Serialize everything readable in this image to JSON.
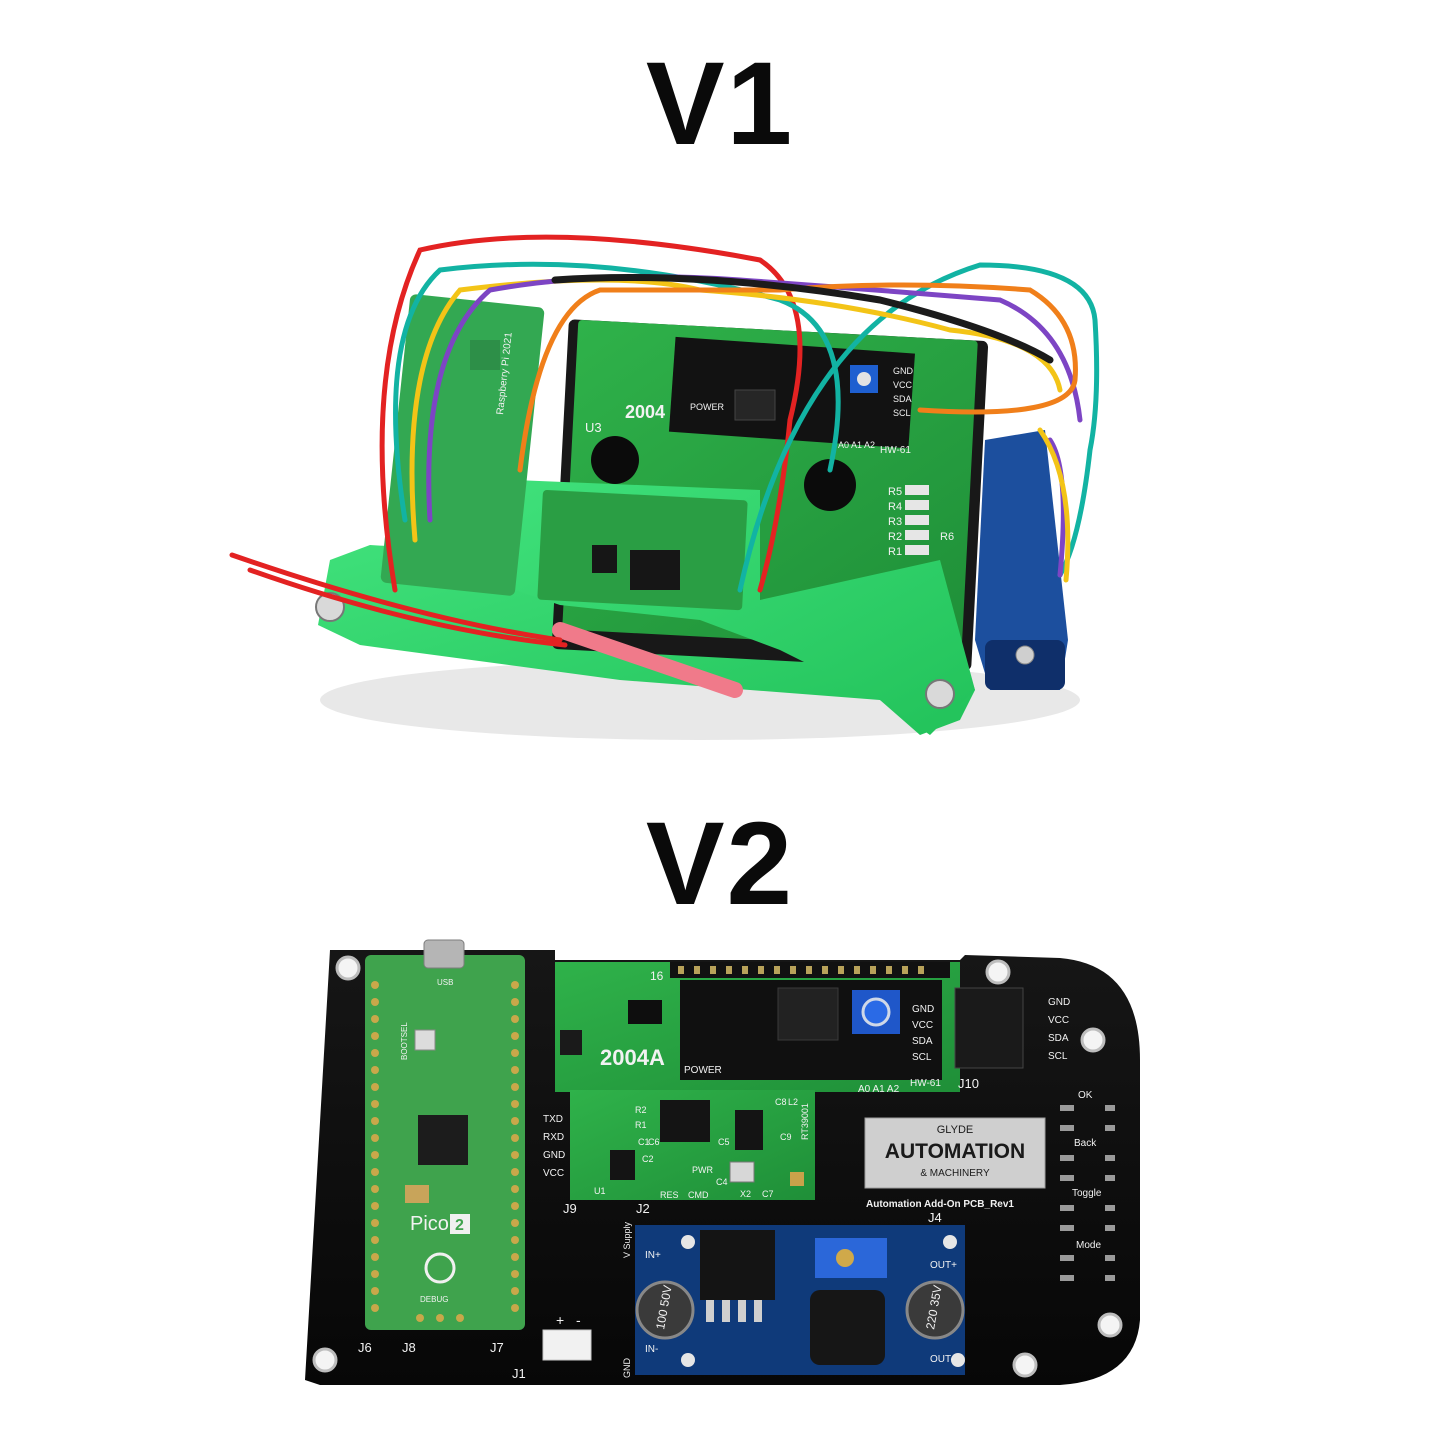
{
  "headings": {
    "v1": "V1",
    "v2": "V2"
  },
  "v1_board": {
    "lcd_label": "2004",
    "u3_label": "U3",
    "backpack_label": "HW-61",
    "backpack_pins": [
      "GND",
      "VCC",
      "SDA",
      "SCL"
    ],
    "power_label": "POWER",
    "addr_label": "A0 A1 A2",
    "resistors": [
      "R5",
      "R4",
      "R3",
      "R2",
      "R1",
      "R6"
    ],
    "pico_label": "Raspberry Pi 2021"
  },
  "v2_board": {
    "lcd_label": "2004A",
    "lcd_pin": "16",
    "power_label": "POWER",
    "addr_label": "A0 A1 A2",
    "backpack_label": "HW-61",
    "j10_label": "J10",
    "pin_labels": [
      "GND",
      "VCC",
      "SDA",
      "SCL"
    ],
    "backpack_pins": [
      "GND",
      "VCC",
      "SDA",
      "SCL"
    ],
    "rs485_pins": [
      "TXD",
      "RXD",
      "GND",
      "VCC"
    ],
    "rs485_module_label": "RT39001",
    "rs485_parts": [
      "R2",
      "R1",
      "C6",
      "C5",
      "C2",
      "C1",
      "U1",
      "RES",
      "CMD",
      "C4",
      "PWR",
      "X2",
      "C7",
      "L2",
      "C9",
      "C8"
    ],
    "buttons": [
      "OK",
      "Back",
      "Toggle",
      "Mode"
    ],
    "logo_line1": "GLYDE",
    "logo_line2": "AUTOMATION",
    "logo_line3": "& MACHINERY",
    "pcb_name": "Automation Add-On PCB_Rev1",
    "j4": "J4",
    "j9": "J9",
    "j2": "J2",
    "j6": "J6",
    "j8": "J8",
    "j7": "J7",
    "j1": "J1",
    "supply_label": "V Supply",
    "gnd_label": "GND",
    "plus": "+",
    "minus": "-",
    "pico_name": "Pico",
    "pico_num": "2",
    "bootsel": "BOOTSEL",
    "debug": "DEBUG",
    "usb": "USB",
    "cap1": "100 50V",
    "cap2": "220 35V",
    "in_plus": "IN+",
    "in_minus": "IN-",
    "out_plus": "OUT+",
    "out_minus": "OUT-"
  }
}
